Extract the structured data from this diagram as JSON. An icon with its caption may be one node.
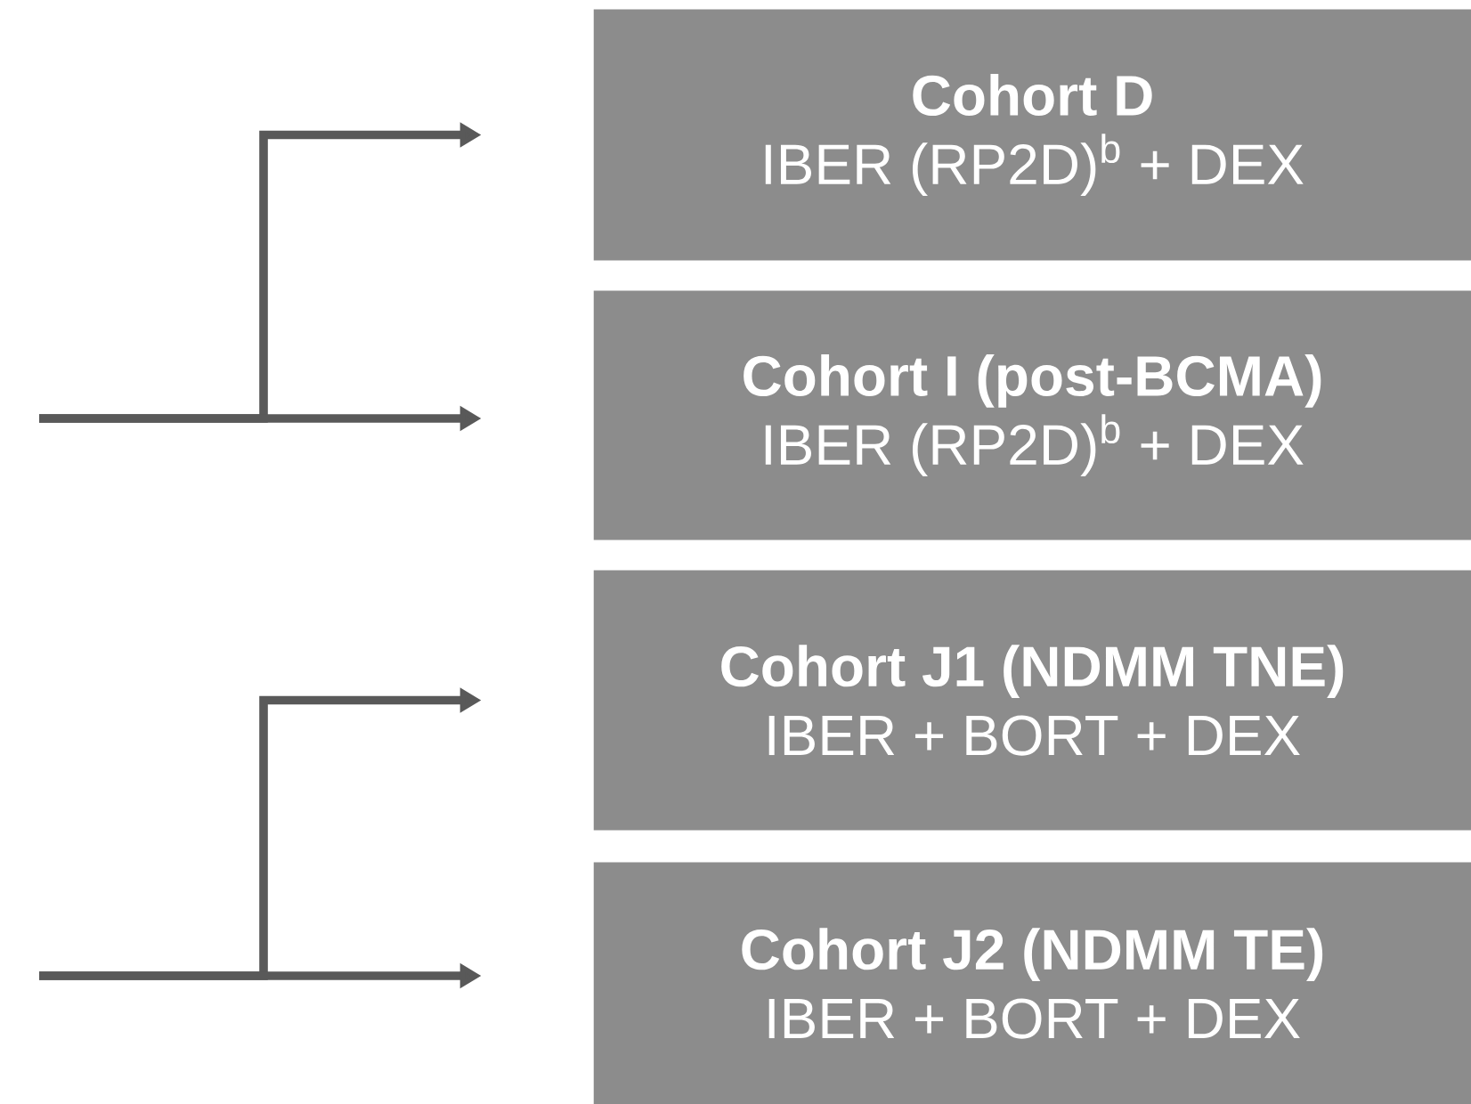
{
  "diagram": {
    "nodes": [
      {
        "text": [
          "Cohort D",
          "IBER (RP2D)$^{b}$ + DEX"
        ]
      },
      {
        "text": [
          "Cohort I (post-BCMA)",
          "IBER (RP2D)$^{b}$ + DEX"
        ]
      },
      {
        "text": [
          "Cohort J1 (NDMM TNE)",
          "IBER + BORT + DEX"
        ]
      },
      {
        "text": [
          "Cohort J2 (NDMM TE)",
          "IBER + BORT + DEX"
        ]
      }
    ],
    "edges": [
      {
        "from": null,
        "to": 0,
        "arrow": "to"
      },
      {
        "from": null,
        "to": 1,
        "arrow": "to"
      },
      {
        "from": null,
        "to": 2,
        "arrow": "to"
      },
      {
        "from": null,
        "to": 3,
        "arrow": "to"
      }
    ]
  }
}
